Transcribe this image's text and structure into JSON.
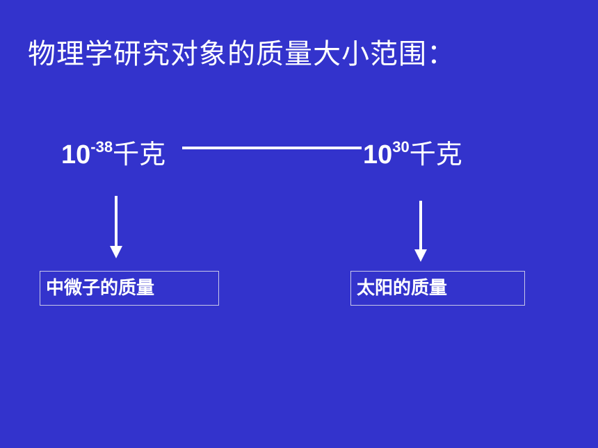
{
  "slide": {
    "title": "物理学研究对象的质量大小范围："
  },
  "range": {
    "min": {
      "base": "10",
      "exponent": "-38",
      "unit": "千克"
    },
    "max": {
      "base": "10",
      "exponent": "30",
      "unit": "千克"
    }
  },
  "labels": {
    "min": "中微子的质量",
    "max": "太阳的质量"
  },
  "colors": {
    "background": "#3333cc",
    "text": "#ffffff"
  }
}
